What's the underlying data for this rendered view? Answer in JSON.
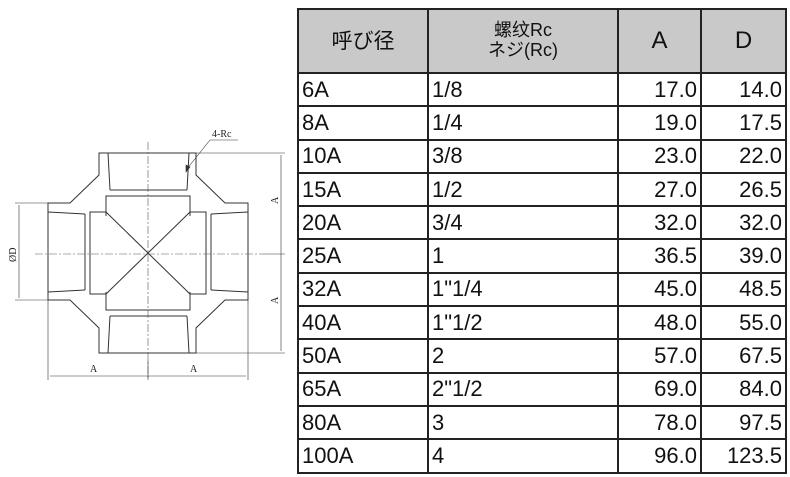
{
  "drawing": {
    "callout": "4-Rc",
    "dim_a": "A",
    "dim_d": "ØD"
  },
  "table": {
    "headers": {
      "size": "呼び径",
      "thread_line1": "螺纹Rc",
      "thread_line2": "ネジ(Rc)",
      "a": "A",
      "d": "D"
    },
    "rows": [
      {
        "size": "6A",
        "thread": "1/8",
        "a": "17.0",
        "d": "14.0"
      },
      {
        "size": "8A",
        "thread": "1/4",
        "a": "19.0",
        "d": "17.5"
      },
      {
        "size": "10A",
        "thread": "3/8",
        "a": "23.0",
        "d": "22.0"
      },
      {
        "size": "15A",
        "thread": "1/2",
        "a": "27.0",
        "d": "26.5"
      },
      {
        "size": "20A",
        "thread": "3/4",
        "a": "32.0",
        "d": "32.0"
      },
      {
        "size": "25A",
        "thread": "1",
        "a": "36.5",
        "d": "39.0"
      },
      {
        "size": "32A",
        "thread": "1\"1/4",
        "a": "45.0",
        "d": "48.5"
      },
      {
        "size": "40A",
        "thread": "1\"1/2",
        "a": "48.0",
        "d": "55.0"
      },
      {
        "size": "50A",
        "thread": "2",
        "a": "57.0",
        "d": "67.5"
      },
      {
        "size": "65A",
        "thread": "2\"1/2",
        "a": "69.0",
        "d": "84.0"
      },
      {
        "size": "80A",
        "thread": "3",
        "a": "78.0",
        "d": "97.5"
      },
      {
        "size": "100A",
        "thread": "4",
        "a": "96.0",
        "d": "123.5"
      }
    ]
  }
}
